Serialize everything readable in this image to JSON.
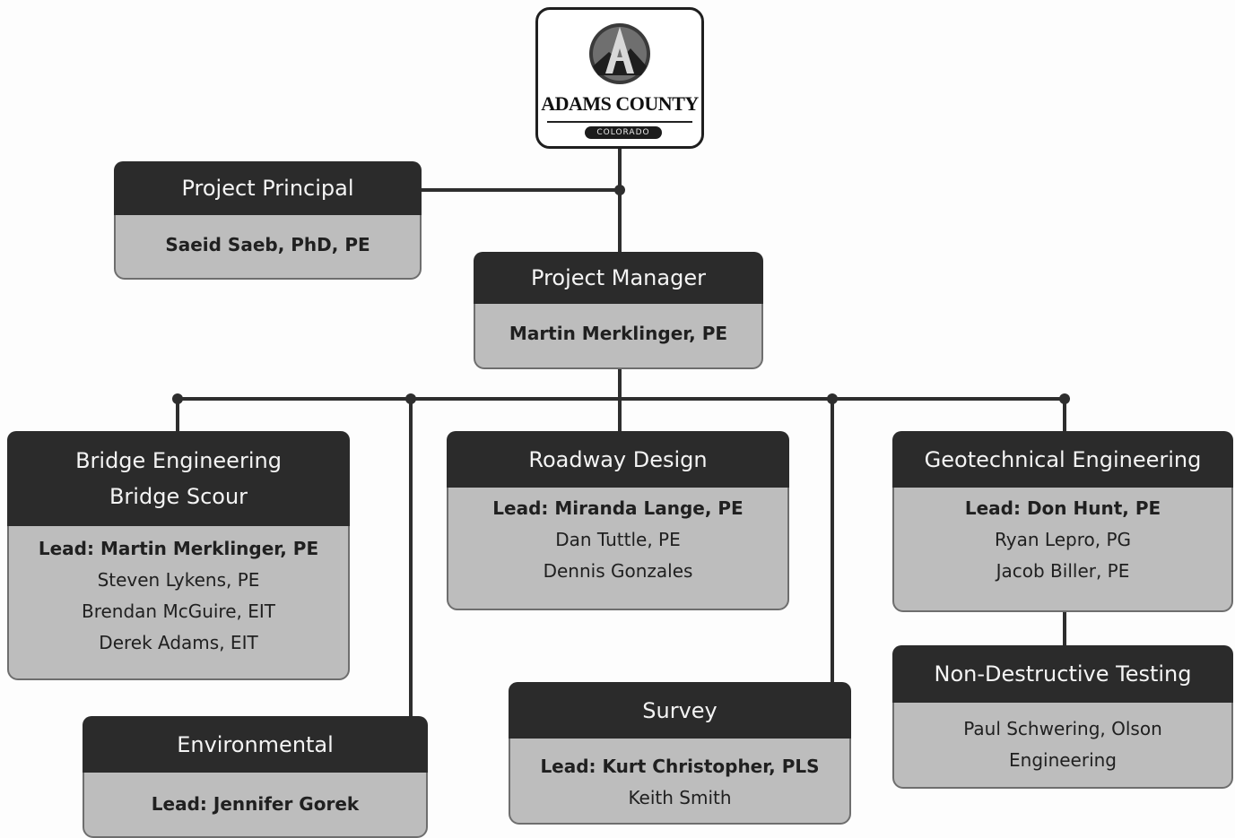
{
  "logo": {
    "name": "ADAMS COUNTY",
    "state": "COLORADO"
  },
  "principal": {
    "title": "Project Principal",
    "name": "Saeid Saeb, PhD, PE"
  },
  "manager": {
    "title": "Project Manager",
    "name": "Martin Merklinger, PE"
  },
  "bridge": {
    "title_line1": "Bridge Engineering",
    "title_line2": "Bridge Scour",
    "lead": "Lead: Martin Merklinger, PE",
    "members": [
      "Steven Lykens, PE",
      "Brendan McGuire, EIT",
      "Derek Adams, EIT"
    ]
  },
  "roadway": {
    "title": "Roadway Design",
    "lead": "Lead: Miranda Lange, PE",
    "members": [
      "Dan Tuttle, PE",
      "Dennis Gonzales"
    ]
  },
  "geotech": {
    "title": "Geotechnical Engineering",
    "lead": "Lead: Don Hunt, PE",
    "members": [
      "Ryan Lepro, PG",
      "Jacob Biller, PE"
    ]
  },
  "ndt": {
    "title": "Non-Destructive Testing",
    "line1": "Paul Schwering, Olson",
    "line2": "Engineering"
  },
  "survey": {
    "title": "Survey",
    "lead": "Lead: Kurt Christopher, PLS",
    "members": [
      "Keith Smith"
    ]
  },
  "environmental": {
    "title": "Environmental",
    "lead": "Lead: Jennifer Gorek"
  }
}
